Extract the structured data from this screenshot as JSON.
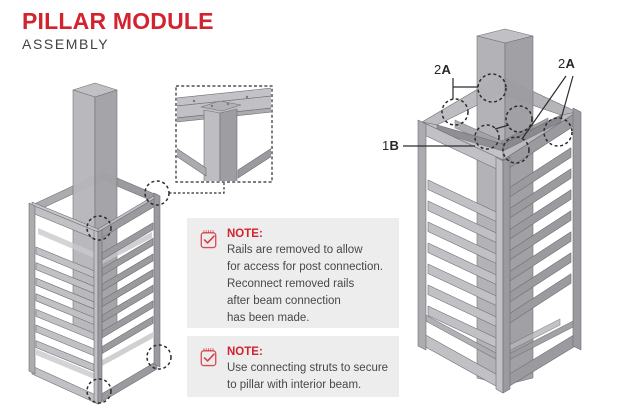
{
  "header": {
    "title": "PILLAR MODULE",
    "subtitle": "ASSEMBLY"
  },
  "notes": [
    {
      "label": "NOTE:",
      "lines": [
        "Rails are removed to allow",
        "for access for post connection.",
        "Reconnect removed rails",
        "after beam connection",
        "has been made."
      ]
    },
    {
      "label": "NOTE:",
      "lines": [
        "Use connecting struts to secure",
        "to pillar with interior beam."
      ]
    }
  ],
  "callouts": [
    {
      "num": "2",
      "letter": "A"
    },
    {
      "num": "2",
      "letter": "A"
    },
    {
      "num": "1",
      "letter": "B"
    }
  ],
  "icons": {
    "note_icon": "checklist-pad-with-checkmark"
  },
  "colors": {
    "accent": "#d2232f",
    "note_bg": "#ededed",
    "text": "#414144",
    "outline": "#6e6e73",
    "gray_light": "#c0c0c5",
    "gray_mid": "#ababb0",
    "gray_dark": "#9a9a9f",
    "marker": "#2c2c2e"
  }
}
